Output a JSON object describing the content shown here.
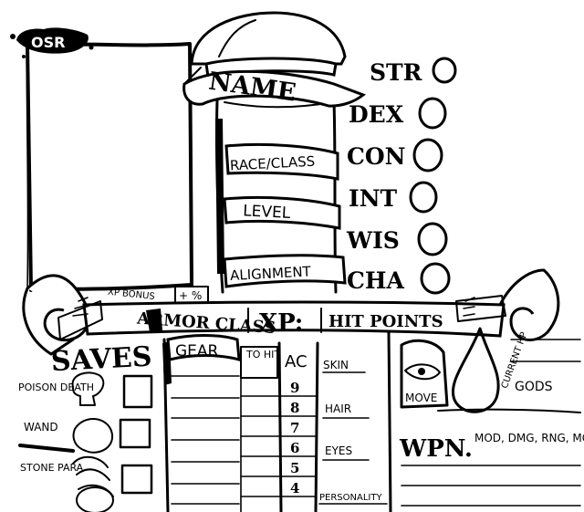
{
  "corner_logo": "OSR",
  "column": {
    "name": "NAME",
    "race_class": "RACE/CLASS",
    "level": "LEVEL",
    "alignment": "ALIGNMENT"
  },
  "abilities": [
    "STR",
    "DEX",
    "CON",
    "INT",
    "WIS",
    "CHA"
  ],
  "xp_bonus": {
    "label": "XP BONUS",
    "value": "+ %"
  },
  "banner": {
    "armor_class": "ARMOR CLASS",
    "xp": "XP:",
    "hit_points": "HIT POINTS"
  },
  "saves": {
    "title": "SAVES",
    "rows": [
      "POISON DEATH",
      "WAND",
      "STONE PARA"
    ]
  },
  "gear": {
    "title": "GEAR"
  },
  "attack_table": {
    "to_hit_header": "TO HIT",
    "ac_header": "AC",
    "ac_values": [
      "9",
      "8",
      "7",
      "6",
      "5",
      "4"
    ]
  },
  "details": [
    "SKIN",
    "HAIR",
    "EYES",
    "PERSONALITY"
  ],
  "move": "MOVE",
  "current_hp": "CURRENT HP",
  "gods": "GODS",
  "weapons": {
    "title": "WPN.",
    "columns": "MOD, DMG, RNG, MGC."
  }
}
